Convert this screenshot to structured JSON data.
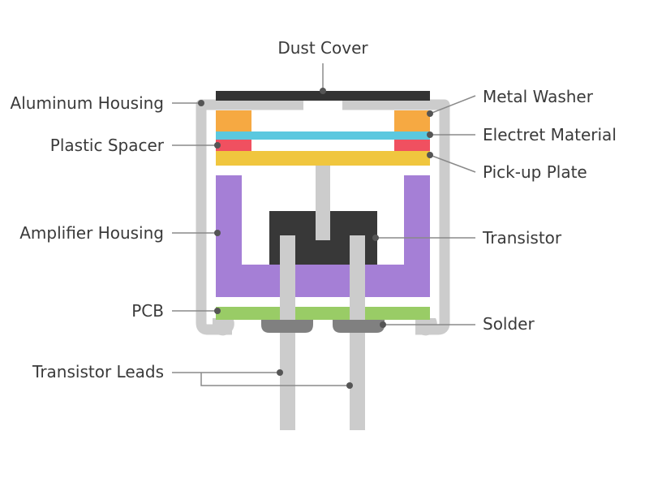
{
  "labels": {
    "dust_cover": "Dust Cover",
    "aluminum_housing": "Aluminum Housing",
    "plastic_spacer": "Plastic Spacer",
    "amplifier_housing": "Amplifier Housing",
    "pcb": "PCB",
    "transistor_leads": "Transistor Leads",
    "metal_washer": "Metal Washer",
    "electret_material": "Electret Material",
    "pickup_plate": "Pick-up Plate",
    "transistor": "Transistor",
    "solder": "Solder"
  },
  "colors": {
    "housing": "#cccccc",
    "dust_cover": "#333333",
    "washer": "#f6a942",
    "electret": "#5bc8df",
    "spacer": "#f05060",
    "pickup_plate": "#f0c63e",
    "amplifier": "#a57fd6",
    "transistor": "#383838",
    "pcb": "#99cc66",
    "solder": "#808080",
    "leads": "#cccccc"
  }
}
